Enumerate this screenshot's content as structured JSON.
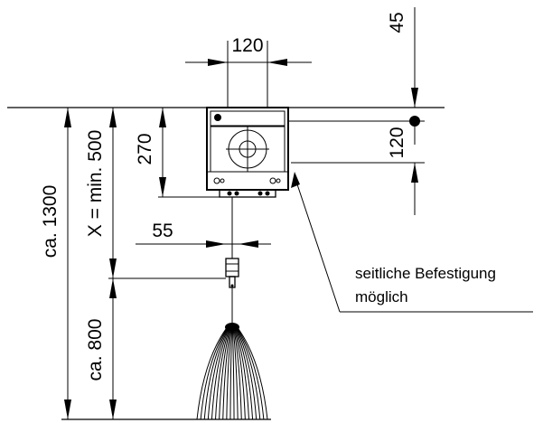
{
  "dimensions": {
    "top_width": "120",
    "top_offset": "45",
    "height_270": "270",
    "height_120": "120",
    "total_height": "ca. 1300",
    "x_min": "X = min. 500",
    "width_55": "55",
    "lower_height": "ca. 800"
  },
  "note": {
    "line1": "seitliche Befestigung",
    "line2": "möglich"
  },
  "colors": {
    "line": "#000000",
    "background": "#ffffff"
  }
}
